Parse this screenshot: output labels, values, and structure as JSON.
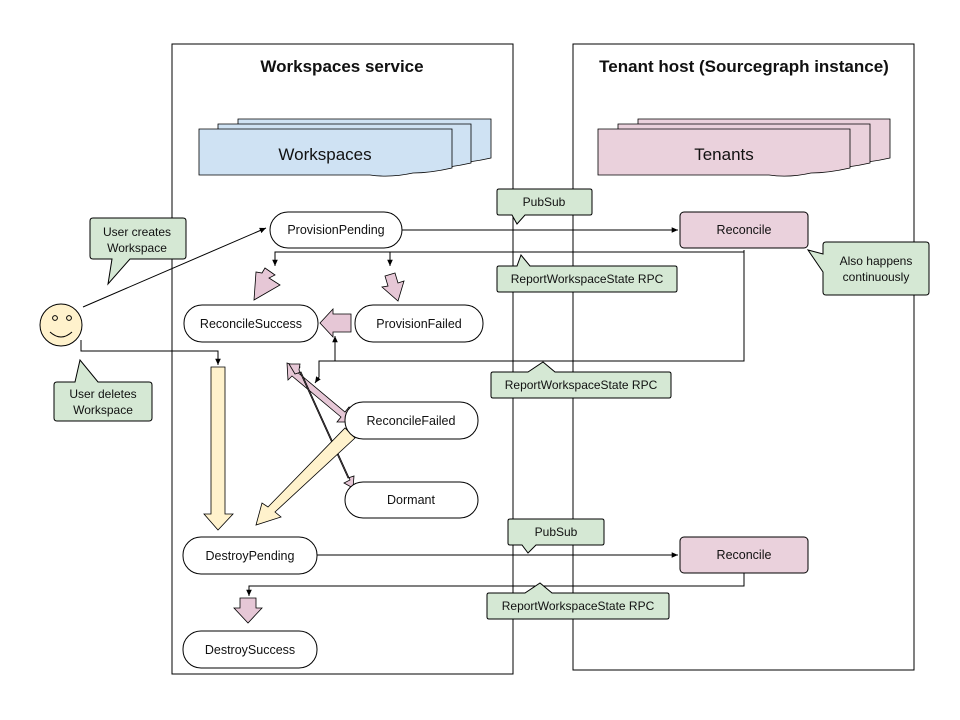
{
  "colors": {
    "node_fill": "#ffffff",
    "stroke": "#000000",
    "callout_fill": "#d5e8d4",
    "workspaces_fill": "#cfe2f3",
    "tenants_fill": "#ead1dc",
    "reconcile_fill": "#ead1dc",
    "arrow_pink": "#e6c7d6",
    "arrow_yellow": "#fff2cc",
    "smiley": "#fff2cc"
  },
  "icons": {
    "user": "smiley-face-icon"
  },
  "swimlanes": {
    "workspaces": {
      "title": "Workspaces service",
      "stack_label": "Workspaces"
    },
    "tenant_host": {
      "title": "Tenant host (Sourcegraph instance)",
      "stack_label": "Tenants"
    }
  },
  "states": {
    "provision_pending": "ProvisionPending",
    "reconcile_success": "ReconcileSuccess",
    "provision_failed": "ProvisionFailed",
    "reconcile_failed": "ReconcileFailed",
    "dormant": "Dormant",
    "destroy_pending": "DestroyPending",
    "destroy_success": "DestroySuccess"
  },
  "tenant_nodes": {
    "reconcile_top": "Reconcile",
    "reconcile_bottom": "Reconcile"
  },
  "callouts": {
    "user_creates": [
      "User creates",
      "Workspace"
    ],
    "user_deletes": [
      "User deletes",
      "Workspace"
    ],
    "also_happens": [
      "Also happens",
      "continuously"
    ],
    "pubsub_top": "PubSub",
    "pubsub_bottom": "PubSub",
    "report_1": "ReportWorkspaceState RPC",
    "report_2": "ReportWorkspaceState RPC",
    "report_3": "ReportWorkspaceState RPC"
  }
}
